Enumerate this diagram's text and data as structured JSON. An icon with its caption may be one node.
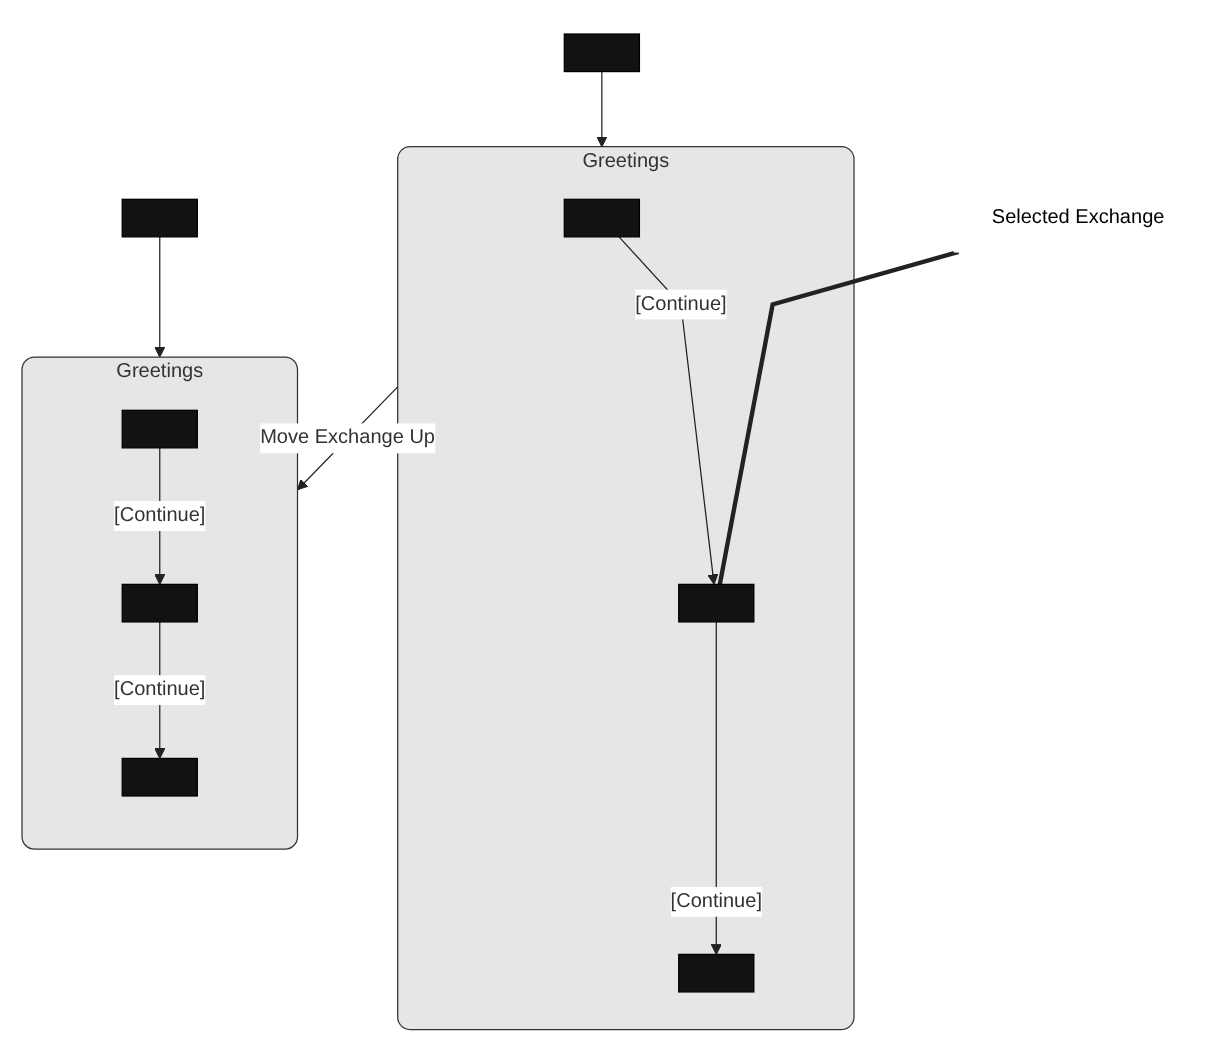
{
  "diagram": {
    "nodes": [
      {
        "text": [],
        "shape": "box"
      },
      {
        "text": [
          "Greetings"
        ]
      },
      {
        "text": [],
        "shape": "box",
        "in": 1
      },
      {
        "text": [],
        "shape": "box",
        "in": 1
      },
      {
        "text": [],
        "shape": "box",
        "in": 1
      },
      {
        "text": [
          "Selected Exchange"
        ]
      },
      {
        "text": [],
        "shape": "box"
      },
      {
        "text": [
          "Greetings"
        ]
      },
      {
        "text": [],
        "shape": "box",
        "in": 7
      },
      {
        "text": [],
        "shape": "box",
        "in": 7
      },
      {
        "text": [],
        "shape": "box",
        "in": 7
      }
    ],
    "edges": [
      {
        "from": 0,
        "to": 1,
        "arrow": "to"
      },
      {
        "from": 2,
        "to": 3,
        "label": "[Continue]",
        "arrow": "to"
      },
      {
        "from": 3,
        "to": 4,
        "label": "[Continue]",
        "arrow": "to"
      },
      {
        "from": 5,
        "to": 3,
        "arrow": "none",
        "style": "thick"
      },
      {
        "from": 1,
        "to": 7,
        "label": "Move Exchange Up",
        "arrow": "to"
      },
      {
        "from": 6,
        "to": 7,
        "arrow": "to"
      },
      {
        "from": 8,
        "to": 9,
        "label": "[Continue]",
        "arrow": "to"
      },
      {
        "from": 9,
        "to": 10,
        "label": "[Continue]",
        "arrow": "to"
      }
    ]
  }
}
